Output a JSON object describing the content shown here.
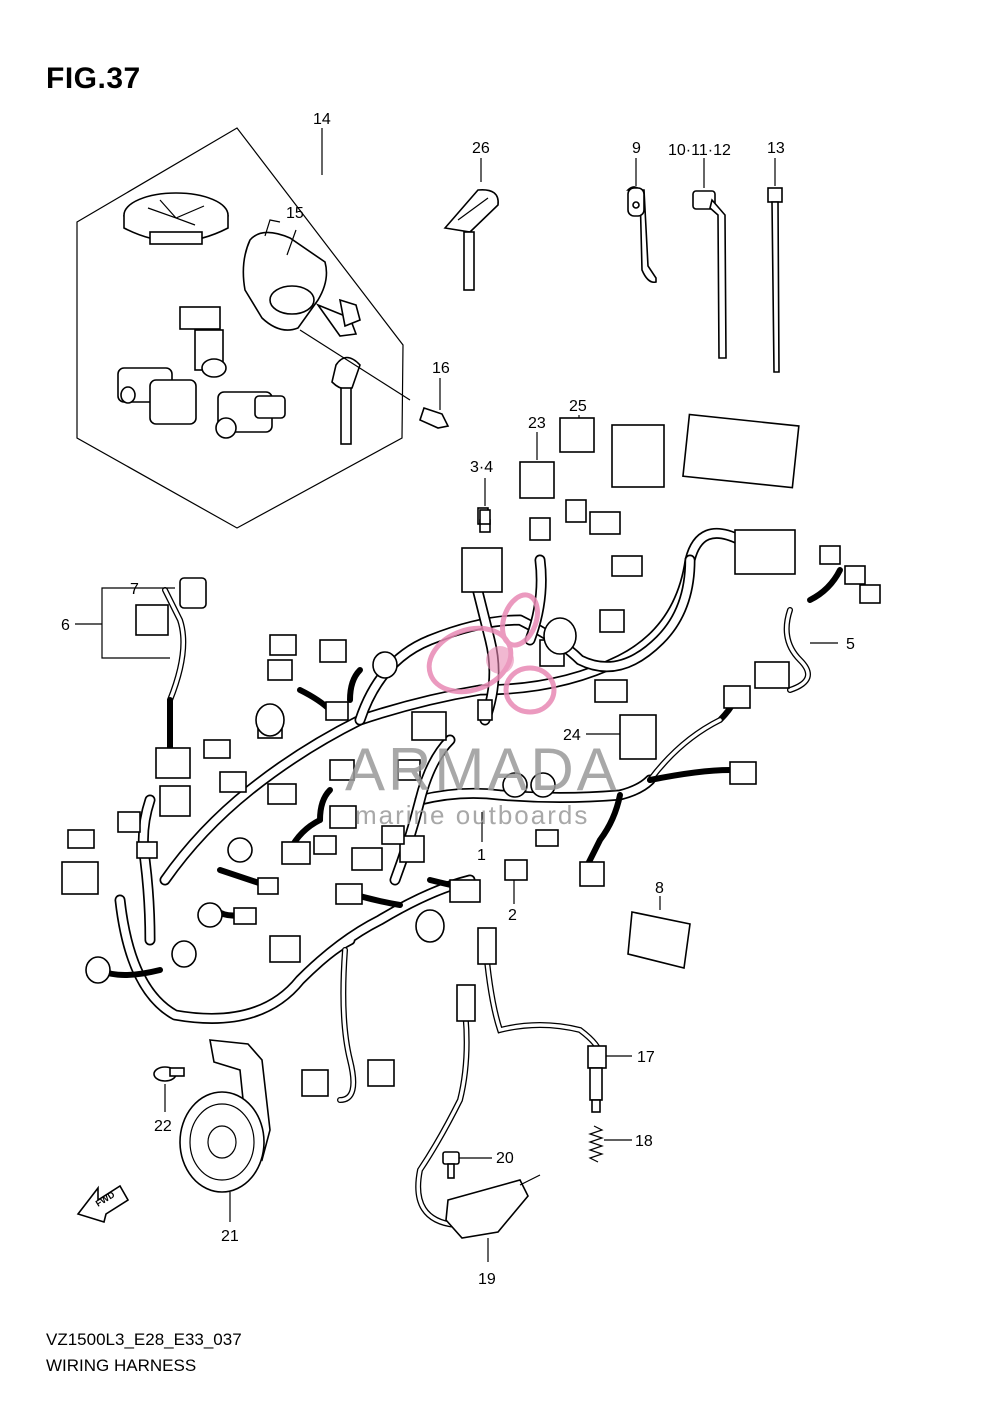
{
  "figure_title": "FIG.37",
  "footer": {
    "code": "VZ1500L3_E28_E33_037",
    "name": "WIRING HARNESS"
  },
  "watermark": {
    "brand": "ARMADA",
    "tagline": "marine outboards",
    "brand_color": "#e889b4",
    "text_color": "#9a9a9a"
  },
  "fwd_arrow": "FWD",
  "callouts": [
    "14",
    "15",
    "16",
    "26",
    "9",
    "10·11·12",
    "13",
    "23",
    "25",
    "3·4",
    "7",
    "6",
    "5",
    "24",
    "1",
    "2",
    "8",
    "17",
    "18",
    "20",
    "19",
    "22",
    "21"
  ]
}
